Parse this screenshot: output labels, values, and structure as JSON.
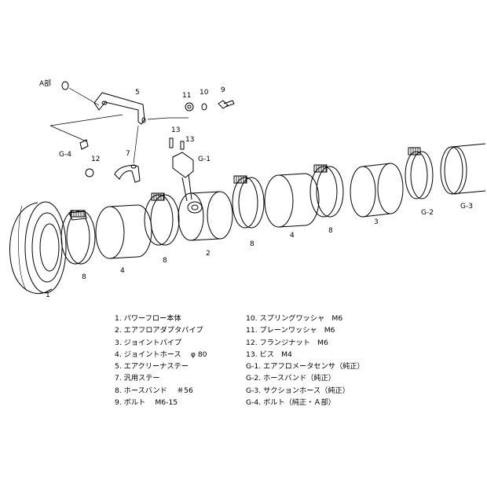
{
  "part_labels": {
    "p1": "1",
    "p2": "2",
    "p3": "3",
    "p4a": "4",
    "p4b": "4",
    "p5": "5",
    "p7": "7",
    "p8a": "8",
    "p8b": "8",
    "p8c": "8",
    "p8d": "8",
    "p9": "9",
    "p10": "10",
    "p11": "11",
    "p12": "12",
    "p13a": "13",
    "p13b": "13",
    "g1": "G-1",
    "g2": "G-2",
    "g3": "G-3",
    "g4": "G-4",
    "a_part": "A部"
  },
  "legend_left": [
    "1. パワーフロー本体",
    "2. エアフロアダプタパイプ",
    "3. ジョイントパイプ",
    "4. ジョイントホース　 φ 80",
    "5. エアクリーナステー",
    "7. 汎用ステー",
    "8. ホースバンド　 ＃56",
    "9. ボルト　 M6-15"
  ],
  "legend_right": [
    "10. スプリングワッシャ　M6",
    "11. プレーンワッシャ　M6",
    "12. フランジナット　M6",
    "13. ビス　M4",
    "G-1. エアフロメータセンサ（純正）",
    "G-2. ホースバンド（純正）",
    "G-3. サクションホース（純正）",
    "G-4. ボルト（純正・Ａ部）"
  ]
}
